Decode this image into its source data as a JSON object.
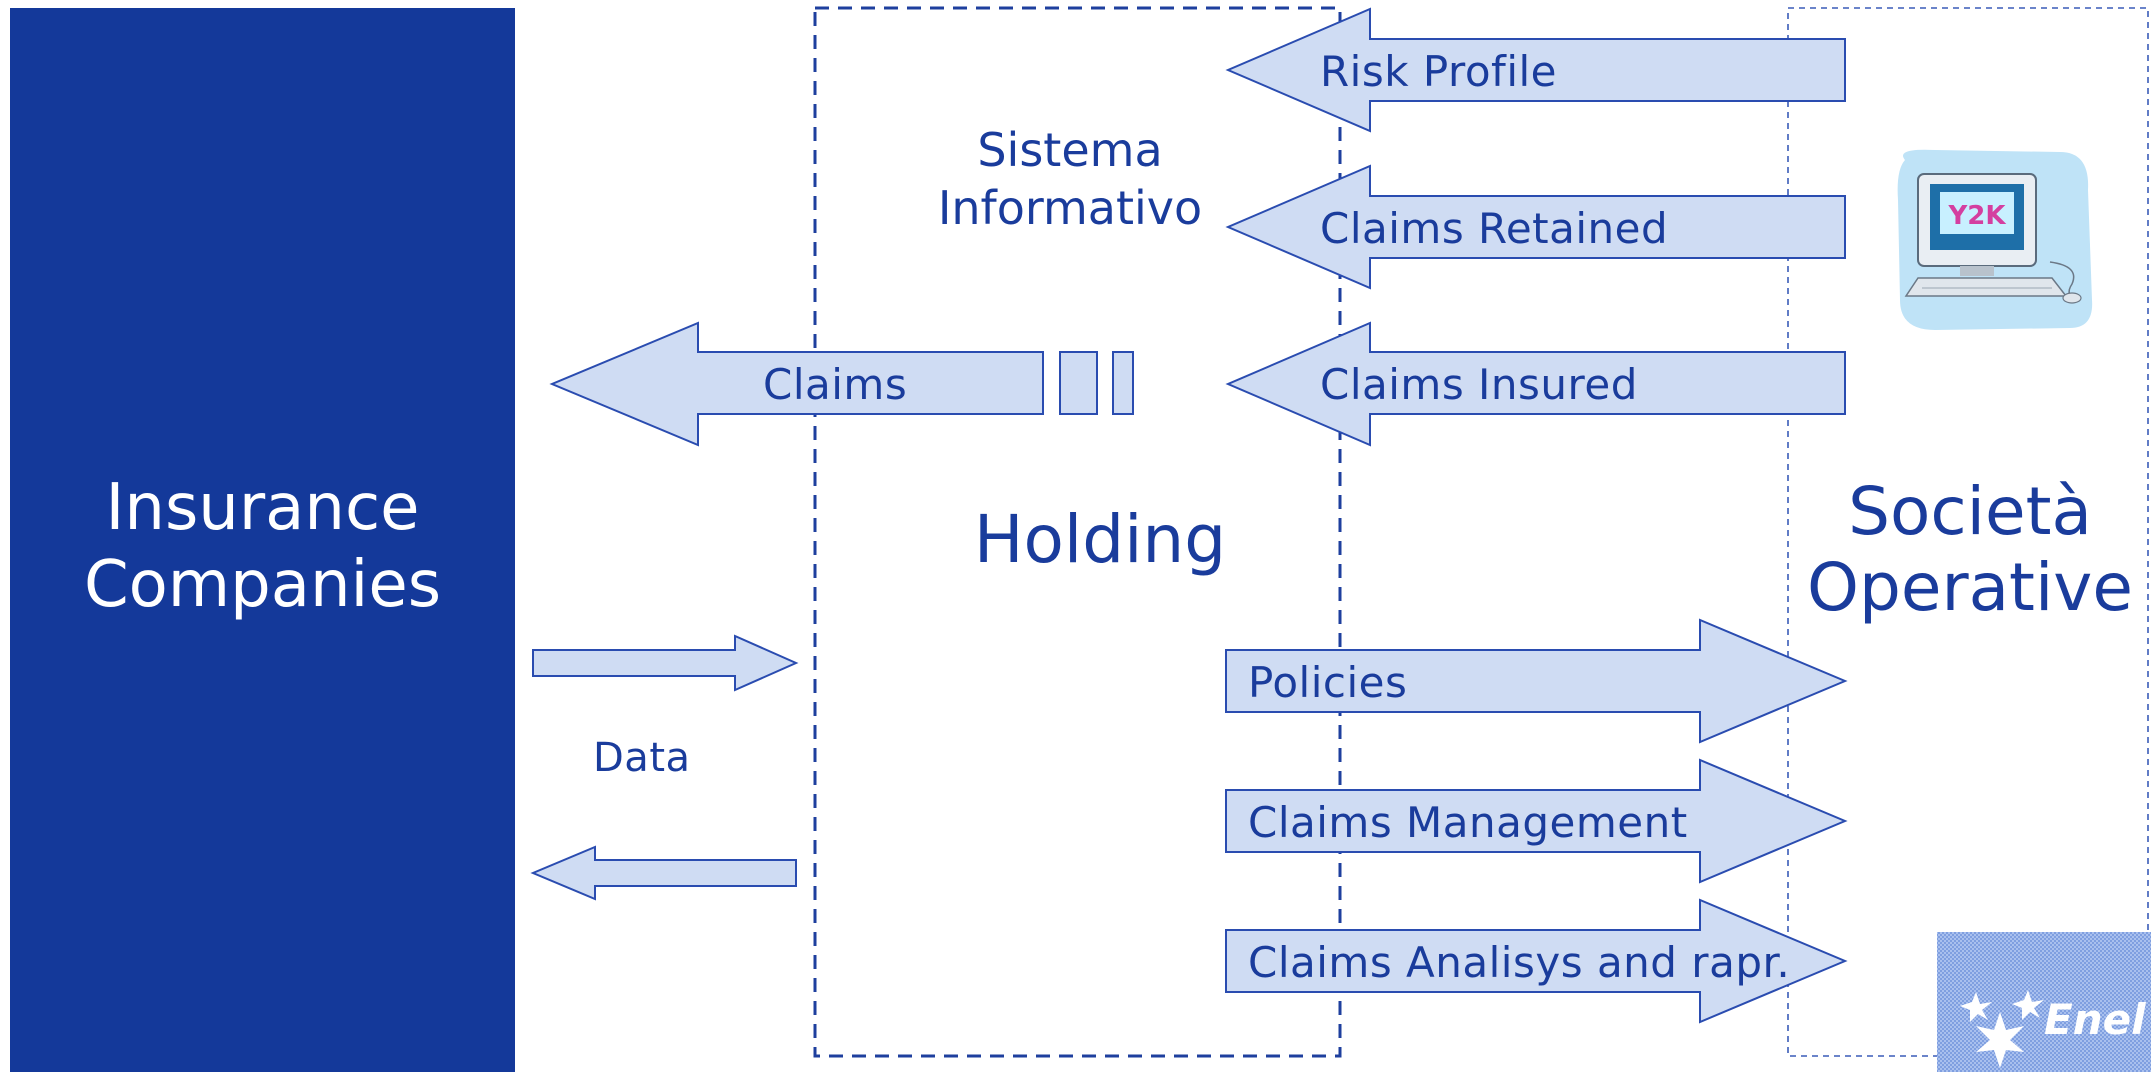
{
  "colors": {
    "dark_blue": "#14399a",
    "arrow_fill": "#cfdcf3",
    "arrow_stroke": "#2a4cb0",
    "text_blue": "#1a3c9c"
  },
  "left_block": {
    "title_line1": "Insurance",
    "title_line2": "Companies"
  },
  "holding": {
    "system_line1": "Sistema",
    "system_line2": "Informativo",
    "title": "Holding"
  },
  "operative": {
    "title_line1": "Società",
    "title_line2": "Operative"
  },
  "inbound_arrows": [
    {
      "label": "Risk Profile"
    },
    {
      "label": "Claims Retained"
    },
    {
      "label": "Claims Insured"
    }
  ],
  "outbound_arrows": [
    {
      "label": "Policies"
    },
    {
      "label": "Claims Management"
    },
    {
      "label": "Claims Analisys and rapr."
    }
  ],
  "claims_arrow": {
    "label": "Claims"
  },
  "data_label": "Data",
  "icons": {
    "computer": "computer-y2k-icon",
    "logo": "enel-logo"
  },
  "computer_screen_text": "Y2K",
  "logo_text": "Enel"
}
